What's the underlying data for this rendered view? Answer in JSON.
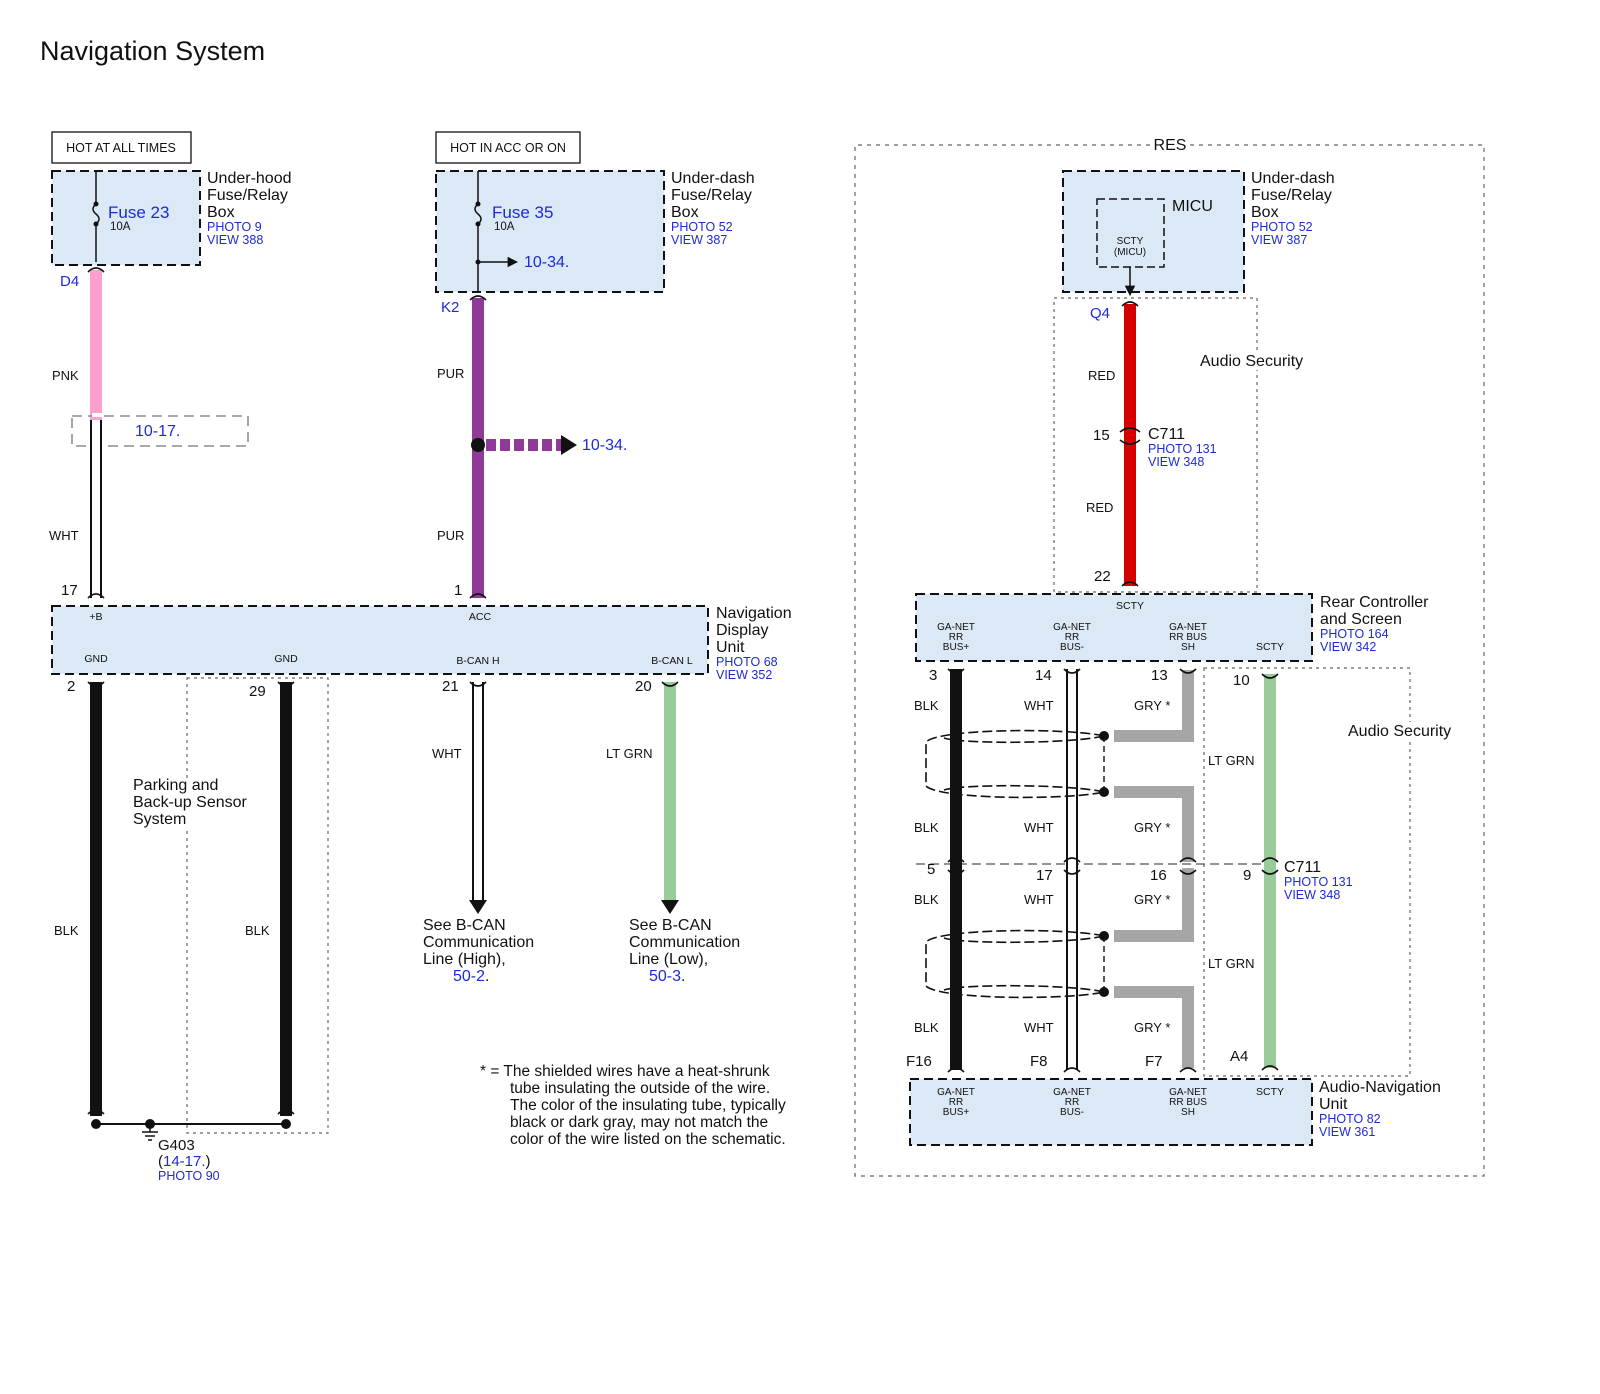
{
  "title": "Navigation System",
  "labels": {
    "hot_at_all_times": "HOT AT ALL TIMES",
    "hot_in_acc_or_on": "HOT IN ACC OR ON"
  },
  "colors": {
    "box_fill": "#dbe8f5",
    "link_blue": "#1d2bd6",
    "pnk": "#ff9fcc",
    "pur": "#8e3a96",
    "red": "#d40000",
    "lt_grn": "#99cc99",
    "gry": "#a6a6a6",
    "blk": "#111111"
  },
  "fuse_box_1": {
    "name_lines": [
      "Under-hood",
      "Fuse/Relay",
      "Box"
    ],
    "photo": "PHOTO 9",
    "view": "VIEW 388",
    "fuse": "Fuse 23",
    "rating": "10A",
    "terminal": "D4"
  },
  "fuse_box_2": {
    "name_lines": [
      "Under-dash",
      "Fuse/Relay",
      "Box"
    ],
    "photo": "PHOTO 52",
    "view": "VIEW 387",
    "fuse": "Fuse 35",
    "rating": "10A",
    "ref": "10-34.",
    "terminal": "K2"
  },
  "nav_unit": {
    "name_lines": [
      "Navigation",
      "Display",
      "Unit"
    ],
    "photo": "PHOTO 68",
    "view": "VIEW 352",
    "pins": {
      "b": "+B",
      "acc": "ACC",
      "gnd1": "GND",
      "gnd2": "GND",
      "bcanh": "B-CAN H",
      "bcanl": "B-CAN L"
    },
    "pin_numbers": {
      "b": "17",
      "acc": "1",
      "gnd1": "2",
      "gnd2": "29",
      "bcanh": "21",
      "bcanl": "20"
    }
  },
  "wires": {
    "pnk": "PNK",
    "wht": "WHT",
    "pur1": "PUR",
    "pur2": "PUR",
    "blk1": "BLK",
    "blk2": "BLK",
    "wht_bcan": "WHT",
    "ltgrn_bcan": "LT GRN",
    "splice_ref": "10-17.",
    "pur_ref": "10-34."
  },
  "parking_system_lines": [
    "Parking and",
    "Back-up Sensor",
    "System"
  ],
  "bcan_high": {
    "lines": [
      "See B-CAN",
      "Communication",
      "Line (High),"
    ],
    "ref": "50-2",
    "end": "."
  },
  "bcan_low": {
    "lines": [
      "See B-CAN",
      "Communication",
      "Line (Low),"
    ],
    "ref": "50-3",
    "end": "."
  },
  "ground": {
    "name": "G403",
    "ref_open": "(",
    "ref": "14-17.",
    "ref_close": ")",
    "photo": "PHOTO 90"
  },
  "note_lines": [
    "* = The shielded wires have a heat-shrunk",
    "tube insulating the outside of the wire.",
    "The color of the insulating tube, typically",
    "black or dark gray, may not match the",
    "color of the wire listed on the schematic."
  ],
  "res": {
    "label": "RES",
    "fuse_box": {
      "name_lines": [
        "Under-dash",
        "Fuse/Relay",
        "Box"
      ],
      "photo": "PHOTO 52",
      "view": "VIEW 387",
      "micu": "MICU",
      "scty_lines": [
        "SCTY",
        "(MICU)"
      ],
      "terminal": "Q4"
    },
    "audio_security_1": "Audio Security",
    "audio_security_2": "Audio Security",
    "red1": "RED",
    "red2": "RED",
    "c711_top": {
      "name": "C711",
      "pin": "15",
      "photo": "PHOTO 131",
      "view": "VIEW 348"
    },
    "red_end_pin": "22",
    "rear_controller": {
      "name_lines": [
        "Rear Controller",
        "and Screen"
      ],
      "photo": "PHOTO 164",
      "view": "VIEW 342",
      "scty_top": "SCTY",
      "pins": [
        [
          "GA-NET",
          "RR",
          "BUS+"
        ],
        [
          "GA-NET",
          "RR",
          "BUS-"
        ],
        [
          "GA-NET",
          "RR BUS",
          "SH"
        ],
        [
          "SCTY"
        ]
      ],
      "pin_numbers": [
        "3",
        "14",
        "13",
        "10"
      ]
    },
    "wire_labels": {
      "blk_a": "BLK",
      "wht_a": "WHT",
      "gry_a": "GRY *",
      "blk_b": "BLK",
      "wht_b": "WHT",
      "gry_b": "GRY *",
      "blk_c": "BLK",
      "wht_c": "WHT",
      "gry_c": "GRY *",
      "blk_d": "BLK",
      "wht_d": "WHT",
      "gry_d": "GRY *",
      "ltgrn_a": "LT GRN",
      "ltgrn_b": "LT GRN"
    },
    "c711_mid": {
      "name": "C711",
      "photo": "PHOTO 131",
      "view": "VIEW 348",
      "pins": [
        "5",
        "17",
        "16",
        "9"
      ]
    },
    "audio_nav": {
      "name_lines": [
        "Audio-Navigation",
        "Unit"
      ],
      "photo": "PHOTO 82",
      "view": "VIEW 361",
      "pins": [
        [
          "GA-NET",
          "RR",
          "BUS+"
        ],
        [
          "GA-NET",
          "RR",
          "BUS-"
        ],
        [
          "GA-NET",
          "RR BUS",
          "SH"
        ],
        [
          "SCTY"
        ]
      ],
      "pin_numbers": [
        "F16",
        "F8",
        "F7",
        "A4"
      ]
    }
  }
}
